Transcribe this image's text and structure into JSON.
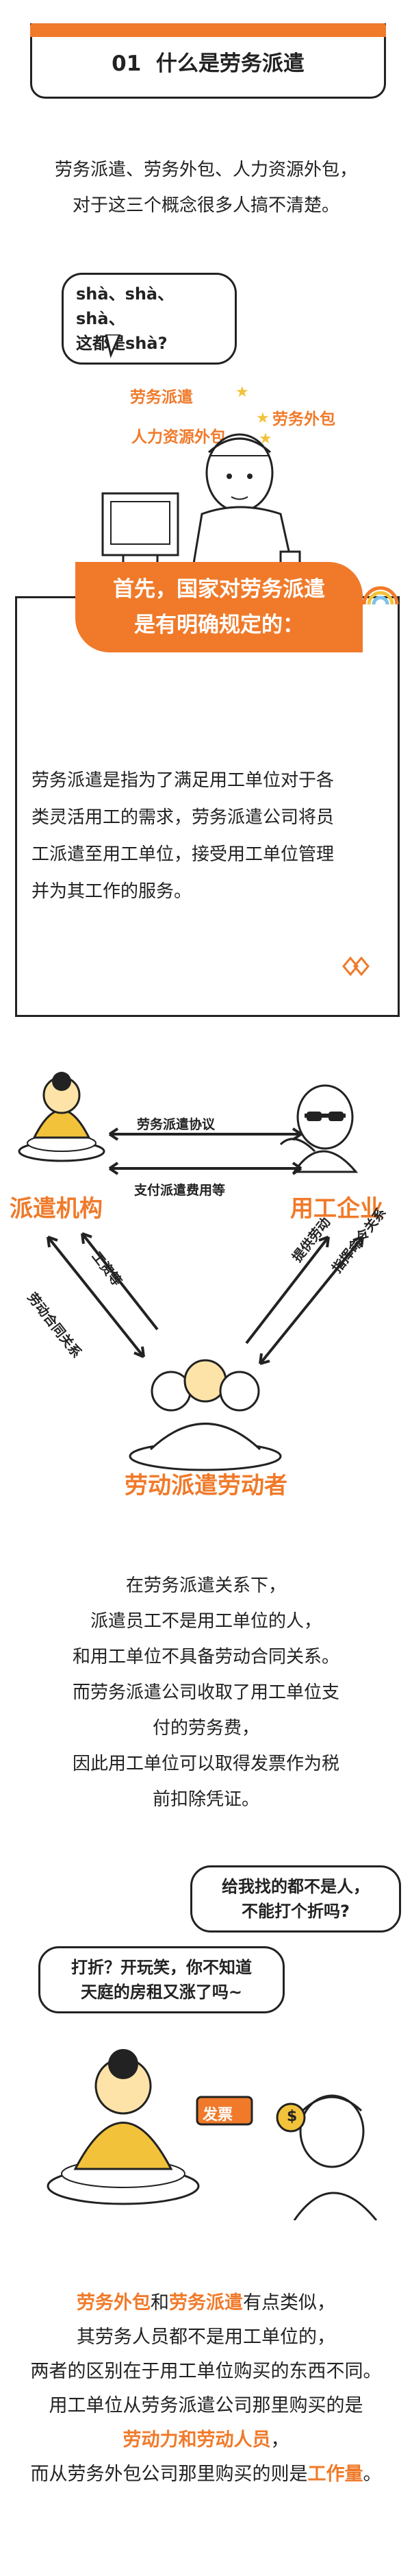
{
  "section": {
    "number": "01",
    "title": "什么是劳务派遣"
  },
  "intro": {
    "line1": "劳务派遣、劳务外包、人力资源外包，",
    "line2": "对于这三个概念很多人搞不清楚。"
  },
  "comic1": {
    "bubble_line1": "shà、shà、shà、",
    "bubble_line2": "这都是shà?",
    "tag1": "劳务派遣",
    "tag2": "劳务外包",
    "tag3": "人力资源外包"
  },
  "definition": {
    "ribbon_line1": "首先，国家对劳务派遣",
    "ribbon_line2": "是有明确规定的：",
    "body_line1": "劳务派遣是指为了满足用工单位对于各",
    "body_line2": "类灵活用工的需求，劳务派遣公司将员",
    "body_line3": "工派遣至用工单位，接受用工单位管理",
    "body_line4": "并为其工作的服务。"
  },
  "relation_diagram": {
    "left_node": "派遣机构",
    "right_node": "用工企业",
    "bottom_node": "劳动派遣劳动者",
    "top_arrow_label": "劳务派遣协议",
    "bottom_arrow_label": "支付派遣费用等",
    "left_outer_label": "劳动合同关系",
    "left_inner_label": "工资等",
    "right_inner_label": "提供劳动",
    "right_outer_label": "指挥命令关系"
  },
  "explain": {
    "line1": "在劳务派遣关系下，",
    "line2": "派遣员工不是用工单位的人，",
    "line3": "和用工单位不具备劳动合同关系。",
    "line4": "而劳务派遣公司收取了用工单位支",
    "line5": "付的劳务费，",
    "line6": "因此用工单位可以取得发票作为税",
    "line7": "前扣除凭证。"
  },
  "comic2": {
    "bubble_right_line1": "给我找的都不是人，",
    "bubble_right_line2": "不能打个折吗?",
    "bubble_left_line1": "打折？开玩笑，你不知道",
    "bubble_left_line2": "天庭的房租又涨了吗~",
    "invoice_tag": "发票",
    "coin_symbol": "$"
  },
  "outro": {
    "l1_a": "劳务外包",
    "l1_b": "和",
    "l1_c": "劳务派遣",
    "l1_d": "有点类似，",
    "l2": "其劳务人员都不是用工单位的，",
    "l3": "两者的区别在于用工单位购买的东西不同。",
    "l4": "用工单位从劳务派遣公司那里购买的是",
    "l5": "劳动力和劳动人员",
    "l5_end": "，",
    "l6_a": "而从劳务外包公司那里购买的则是",
    "l6_b": "工作量",
    "l6_c": "。"
  },
  "colors": {
    "accent": "#f07a2a",
    "text": "#222222",
    "gold": "#f2c23a"
  }
}
